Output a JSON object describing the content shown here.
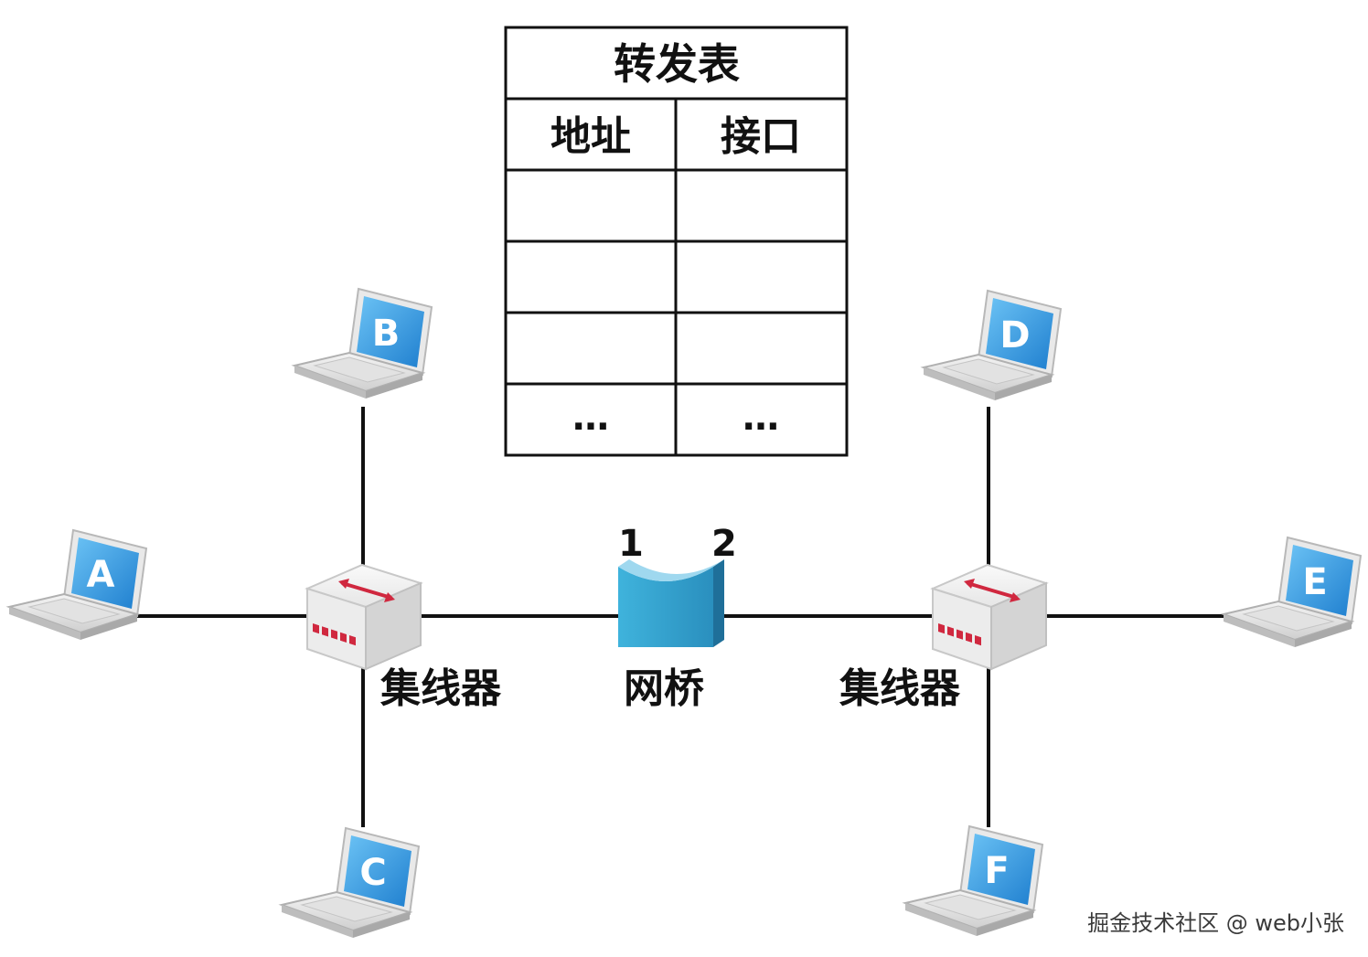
{
  "table": {
    "title": "转发表",
    "headers": [
      "地址",
      "接口"
    ],
    "rows": [
      [
        "",
        ""
      ],
      [
        "",
        ""
      ],
      [
        "",
        ""
      ],
      [
        "…",
        "…"
      ]
    ]
  },
  "hub_left_label": "集线器",
  "hub_right_label": "集线器",
  "bridge": {
    "label": "网桥",
    "port1": "1",
    "port2": "2"
  },
  "hosts": [
    "A",
    "B",
    "C",
    "D",
    "E",
    "F"
  ],
  "watermark": "掘金技术社区 @ web小张",
  "colors": {
    "screen_blue": "#2f8fd8",
    "bridge_teal": "#2a9cc7",
    "hub_arrow": "#d0283f",
    "line": "#111111"
  }
}
